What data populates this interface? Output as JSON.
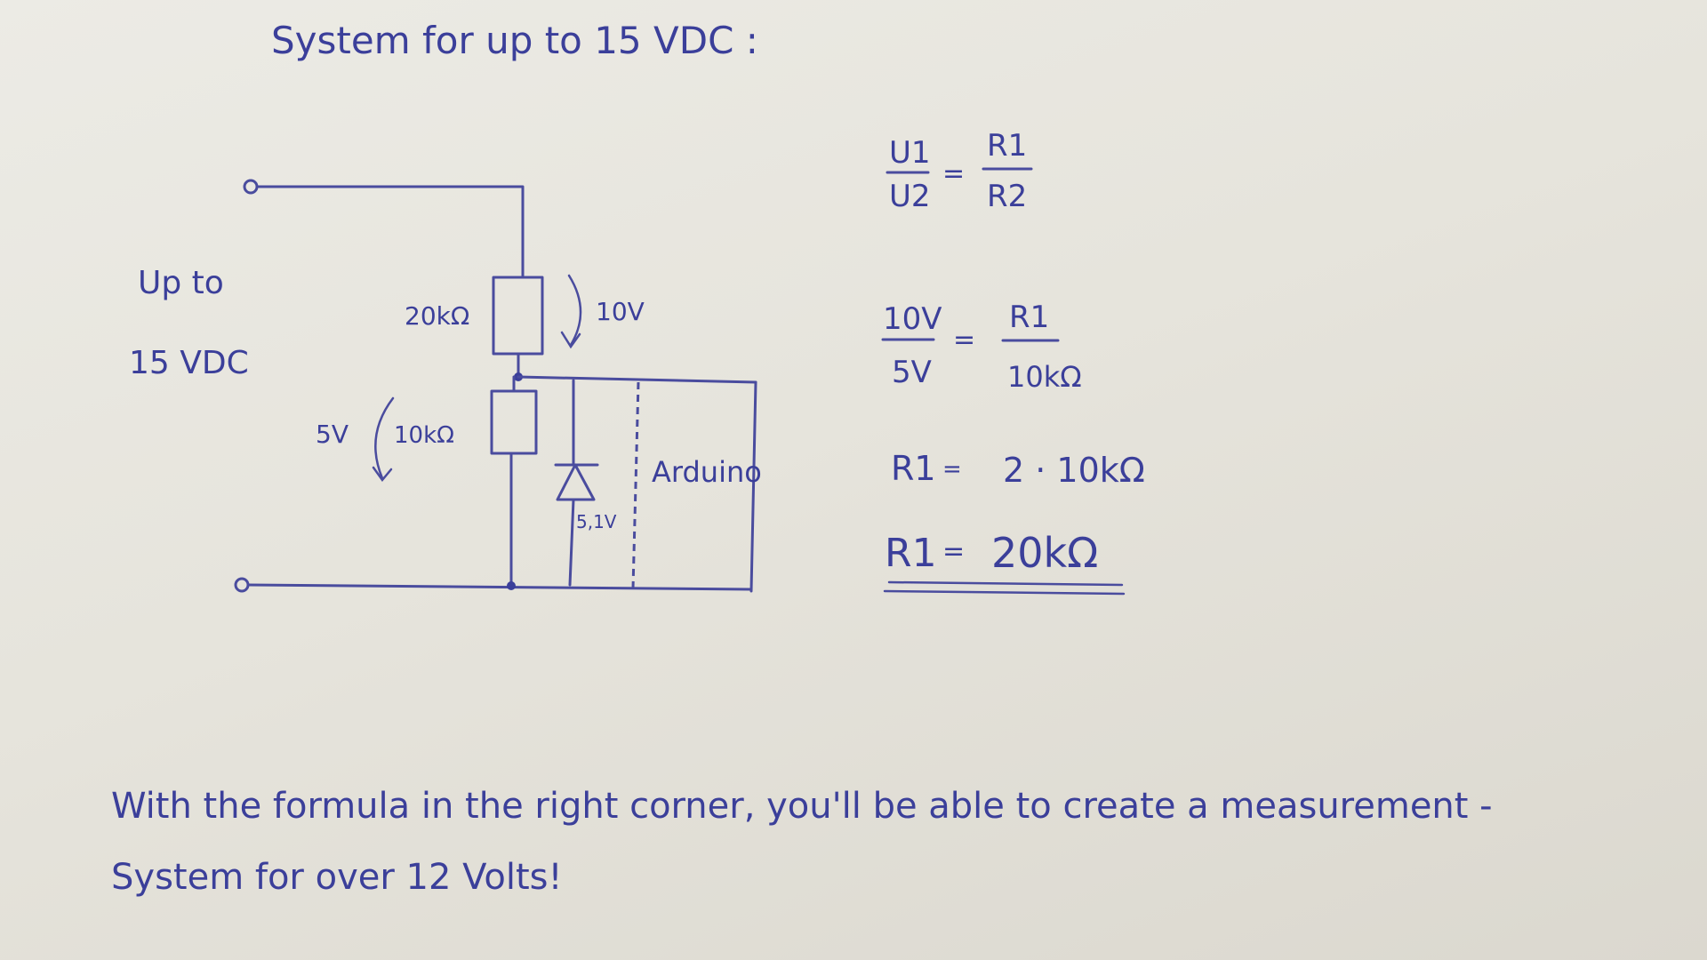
{
  "title": "System for up to 15 VDC :",
  "input_label": {
    "line1": "Up to",
    "line2": "15 VDC"
  },
  "circuit": {
    "r1_value": "20kΩ",
    "r1_voltage": "10V",
    "r2_value": "10kΩ",
    "r2_voltage": "5V",
    "zener_value": "5,1V",
    "load_label": "Arduino"
  },
  "formulas": {
    "f1": {
      "lhs_num": "U1",
      "lhs_den": "U2",
      "rhs_num": "R1",
      "rhs_den": "R2"
    },
    "f2": {
      "lhs_num": "10V",
      "lhs_den": "5V",
      "rhs_num": "R1",
      "rhs_den": "10kΩ"
    },
    "f3": {
      "lhs": "R1",
      "rhs": "2 · 10kΩ"
    },
    "f4": {
      "lhs": "R1",
      "rhs": "20kΩ"
    },
    "equals": "="
  },
  "note": {
    "line1": "With the formula in the right corner, you'll be able to create a measurement -",
    "line2": "System for over 12 Volts!"
  }
}
